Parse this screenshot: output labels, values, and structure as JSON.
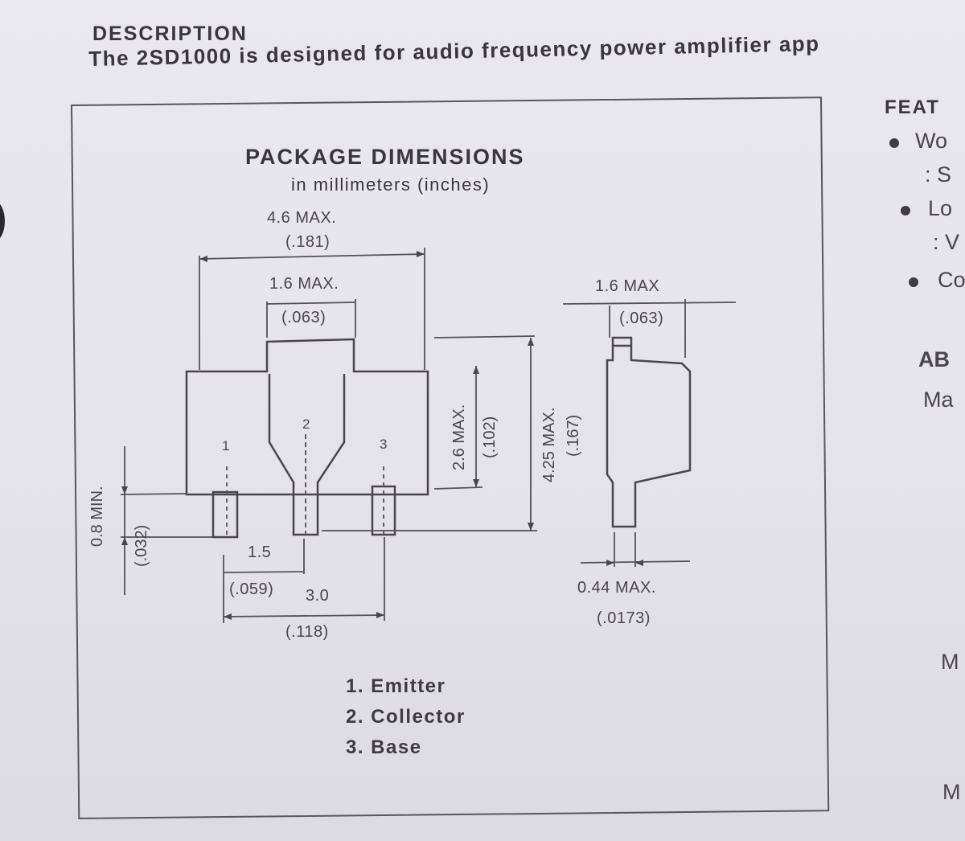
{
  "description": {
    "heading": "DESCRIPTION",
    "text": "The 2SD1000 is designed for audio frequency power amplifier app"
  },
  "package": {
    "title": "PACKAGE DIMENSIONS",
    "subtitle": "in millimeters (inches)",
    "dims": {
      "width_mm": "4.6 MAX.",
      "width_in": "(.181)",
      "tab_mm": "1.6 MAX.",
      "tab_in": "(.063)",
      "side_tab_mm": "1.6 MAX",
      "side_tab_in": "(.063)",
      "body_h_mm": "2.6 MAX.",
      "body_h_in": "(.102)",
      "total_h_mm": "4.25 MAX.",
      "total_h_in": "(.167)",
      "lead_mm": "0.8 MIN.",
      "lead_in": "(.032)",
      "pitch_mm": "1.5",
      "pitch_in": "(.059)",
      "span_mm": "3.0",
      "span_in": "(.118)",
      "thick_mm": "0.44 MAX.",
      "thick_in": "(.0173)"
    },
    "pins": [
      "1",
      "2",
      "3"
    ],
    "legend": [
      "1. Emitter",
      "2. Collector",
      "3. Base"
    ]
  },
  "features": {
    "heading": "FEAT",
    "lines": [
      "Wo",
      ": S",
      "Lo",
      ": V",
      "Co"
    ]
  },
  "ratings": {
    "heading": "AB",
    "line": "Ma",
    "m1": "M",
    "m2": "M"
  }
}
